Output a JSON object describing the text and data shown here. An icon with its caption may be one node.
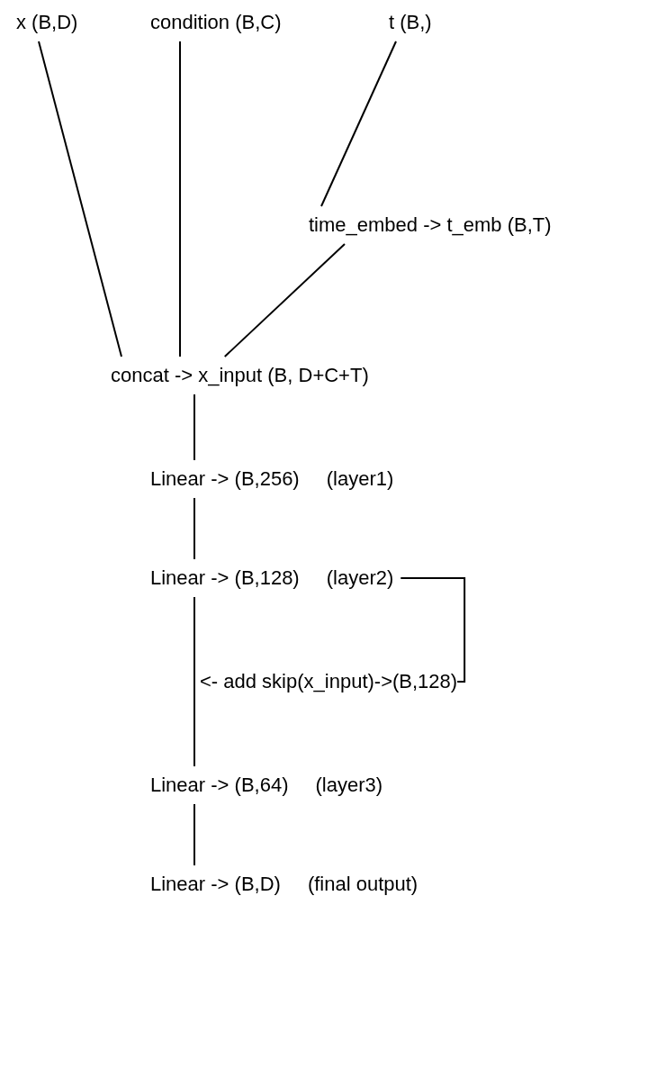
{
  "diagram": {
    "nodes": [
      {
        "text": [
          "x (B,D)"
        ]
      },
      {
        "text": [
          "condition (B,C)"
        ]
      },
      {
        "text": [
          "t (B,)"
        ]
      },
      {
        "text": [
          "time_embed -> t_emb (B,T)"
        ]
      },
      {
        "text": [
          "concat -> x_input (B, D+C+T)"
        ]
      },
      {
        "text": [
          "Linear -> (B,256)"
        ],
        "beside": [
          "(layer1)"
        ]
      },
      {
        "text": [
          "Linear -> (B,128)"
        ],
        "beside": [
          "(layer2)"
        ]
      },
      {
        "text": [
          "<- add skip(x_input)->(B,128)"
        ]
      },
      {
        "text": [
          "Linear -> (B,64)"
        ],
        "beside": [
          "(layer3)"
        ]
      },
      {
        "text": [
          "Linear -> (B,D)"
        ],
        "beside": [
          "(final output)"
        ]
      }
    ],
    "edges": [
      {
        "from": 0,
        "to": 4,
        "arrow": "none"
      },
      {
        "from": 1,
        "to": 4,
        "arrow": "none"
      },
      {
        "from": 2,
        "to": 3,
        "arrow": "none"
      },
      {
        "from": 3,
        "to": 4,
        "arrow": "none"
      },
      {
        "from": 4,
        "to": 5,
        "arrow": "none"
      },
      {
        "from": 5,
        "to": 6,
        "arrow": "none"
      },
      {
        "from": 6,
        "to": 8,
        "arrow": "none"
      },
      {
        "from": 6,
        "to": 7,
        "arrow": "none"
      },
      {
        "from": 8,
        "to": 9,
        "arrow": "none"
      }
    ]
  }
}
